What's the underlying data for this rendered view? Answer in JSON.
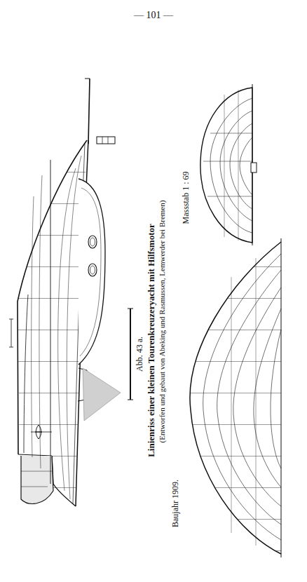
{
  "diagram": {
    "labels": [
      "— 101 —",
      "Abb. 43 a.",
      "Linienriss einer kleinen Tourenkreuzeryacht mit Hilfsmotor",
      "(Entworfen und gebaut von Abeking und Rasmussen, Lemwerder bei Bremen)",
      "Baujahr 1909.",
      "Massstab 1 : 69"
    ]
  }
}
